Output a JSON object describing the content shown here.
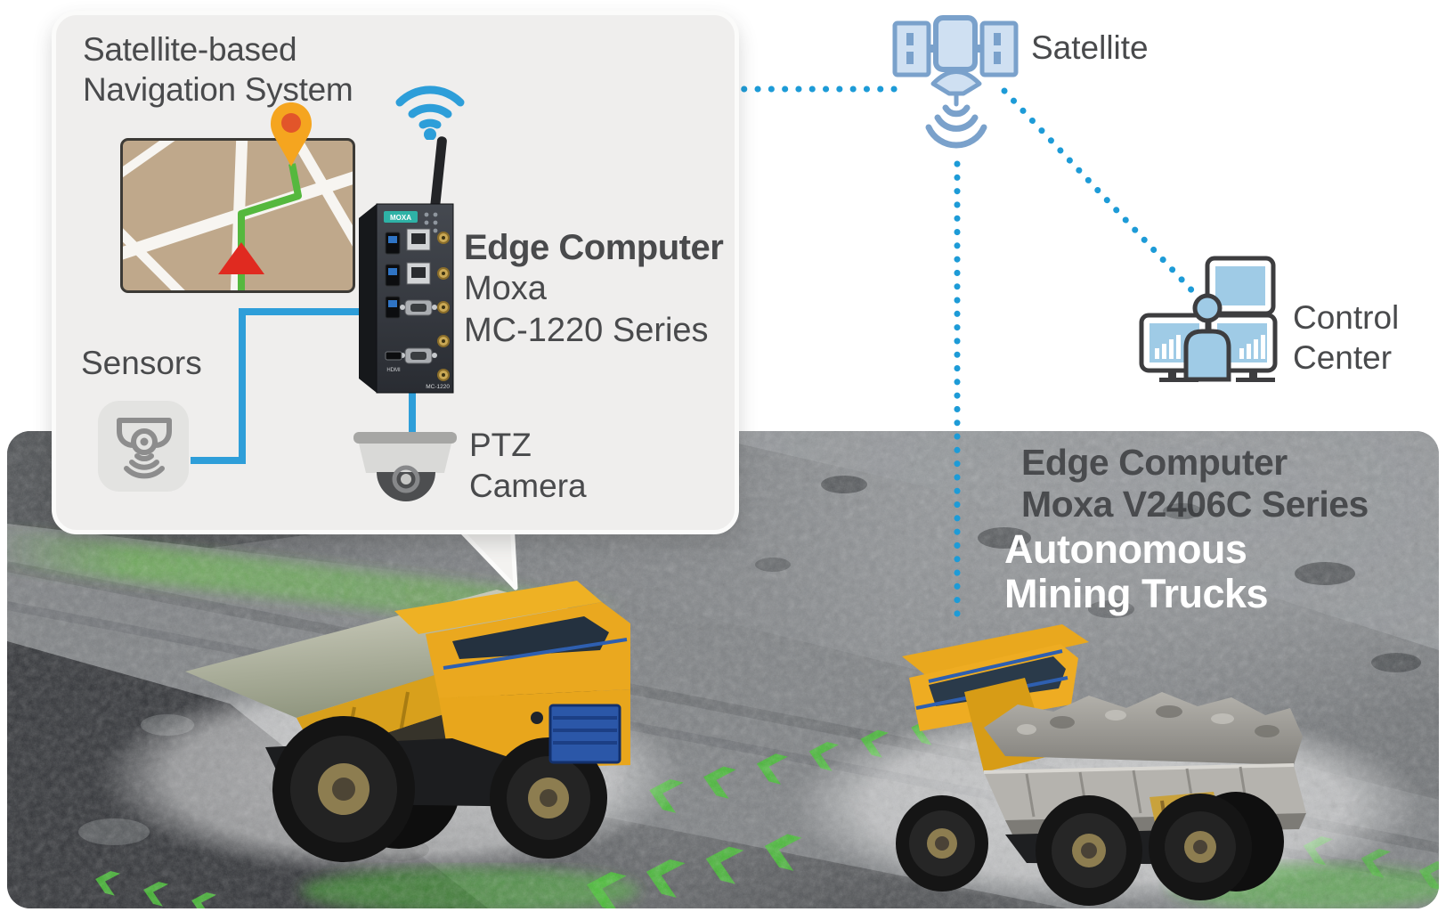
{
  "callout": {
    "title": {
      "line1": "Satellite-based",
      "line2": "Navigation System"
    },
    "sensors_label": "Sensors",
    "edge_computer": {
      "line1": "Edge Computer",
      "line2": "Moxa",
      "line3": "MC-1220 Series"
    },
    "ptz": {
      "line1": "PTZ",
      "line2": "Camera"
    }
  },
  "satellite": {
    "label": "Satellite"
  },
  "control_center": {
    "line1": "Control",
    "line2": "Center"
  },
  "photo": {
    "edge_overlay": {
      "line1": "Edge Computer",
      "line2": "Moxa V2406C Series"
    },
    "headline": {
      "line1": "Autonomous",
      "line2": "Mining Trucks"
    }
  },
  "device": {
    "brand": "MOXA",
    "model": "MC-1220",
    "hdmi_label": "HDMI"
  },
  "colors": {
    "connection_blue": "#1d9bd7",
    "wifi_blue": "#2d9ed9",
    "satellite_fill": "#cfe0f2",
    "satellite_stroke": "#7aa1cb",
    "screen_blue": "#9fcbe6",
    "route_green": "#55b83e",
    "path_green": "#44c131",
    "map_tan": "#bfa88b",
    "pin_orange": "#f5a51f",
    "pin_center": "#e2552a",
    "truck_yellow": "#e8a61c",
    "moxa_teal": "#2eb2a6",
    "panel_gray": "#efeeed",
    "text_dark": "#494a4c"
  }
}
